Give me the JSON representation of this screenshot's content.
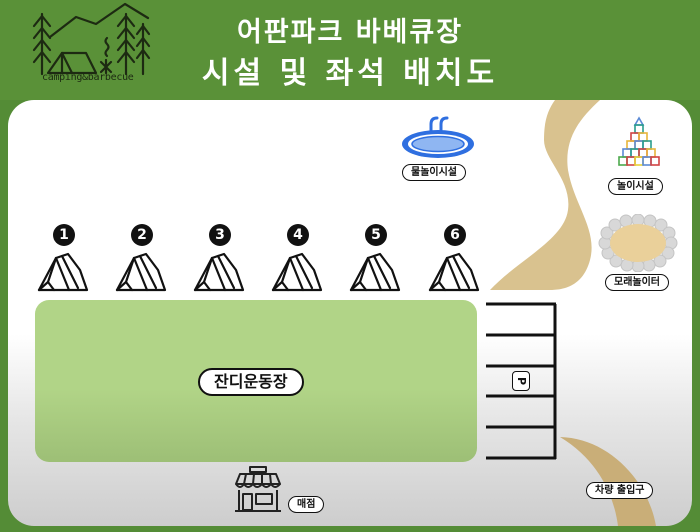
{
  "header": {
    "logo_text": "camping&barbecue",
    "title_line1": "어판파크 바베큐장",
    "title_line2": "시설 및 좌석 배치도"
  },
  "colors": {
    "header_green": "#5a9138",
    "field_green": "#b1d487",
    "road_tan": "#d9c28f",
    "pool_blue": "#2f6fe0"
  },
  "map": {
    "sites": [
      {
        "number": "1",
        "icon": "tent-icon"
      },
      {
        "number": "2",
        "icon": "tent-icon"
      },
      {
        "number": "3",
        "icon": "tent-icon"
      },
      {
        "number": "4",
        "icon": "tent-icon"
      },
      {
        "number": "5",
        "icon": "tent-icon"
      },
      {
        "number": "6",
        "icon": "tent-icon"
      }
    ],
    "facilities": {
      "water_play": {
        "label": "물놀이시설",
        "icon": "pool-icon"
      },
      "playground": {
        "label": "놀이시설",
        "icon": "blocks-pyramid-icon"
      },
      "sandbox": {
        "label": "모래놀이터",
        "icon": "sandbox-icon"
      },
      "lawn": {
        "label": "잔디운동장"
      },
      "parking": {
        "label": "P",
        "icon": "parking-icon"
      },
      "store": {
        "label": "매점",
        "icon": "store-icon"
      },
      "entrance": {
        "label": "차량 출입구"
      }
    }
  }
}
